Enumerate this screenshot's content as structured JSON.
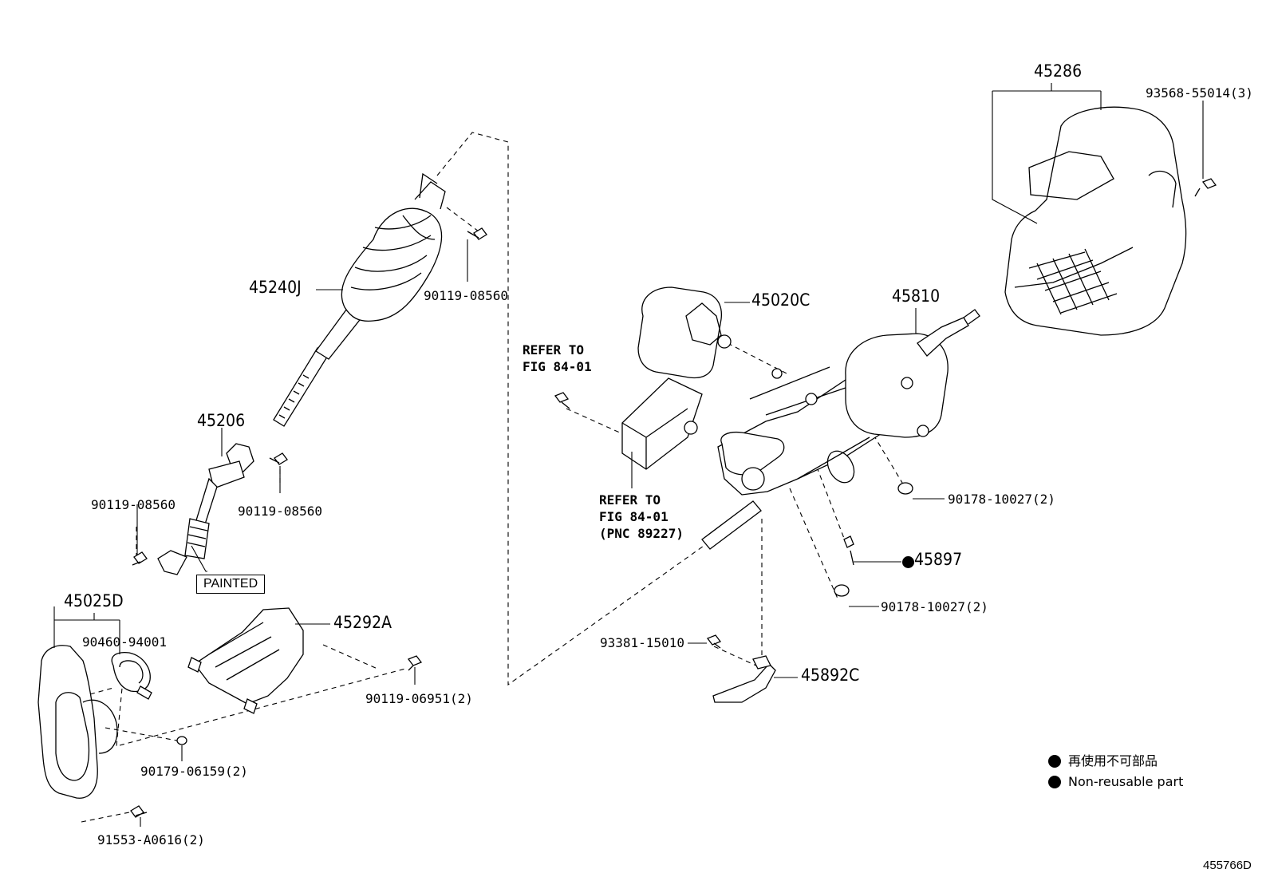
{
  "parts": {
    "p45286": "45286",
    "p93568": "93568-55014(3)",
    "p45240J": "45240J",
    "p90119a": "90119-08560",
    "p45020C": "45020C",
    "p45810": "45810",
    "refer1": "REFER TO\nFIG 84-01",
    "p45206": "45206",
    "p90119b": "90119-08560",
    "p90119c": "90119-08560",
    "refer2": "REFER TO\nFIG 84-01\n(PNC 89227)",
    "p90178a": "90178-10027(2)",
    "p45897": "45897",
    "painted": "PAINTED",
    "p45025D": "45025D",
    "p90460": "90460-94001",
    "p45292A": "45292A",
    "p90178b": "90178-10027(2)",
    "p93381": "93381-15010",
    "p45892C": "45892C",
    "p90119d": "90119-06951(2)",
    "p90179": "90179-06159(2)",
    "p91553": "91553-A0616(2)"
  },
  "legend": {
    "jp": "再使用不可部品",
    "en": "Non-reusable part"
  },
  "figure_id": "455766D"
}
